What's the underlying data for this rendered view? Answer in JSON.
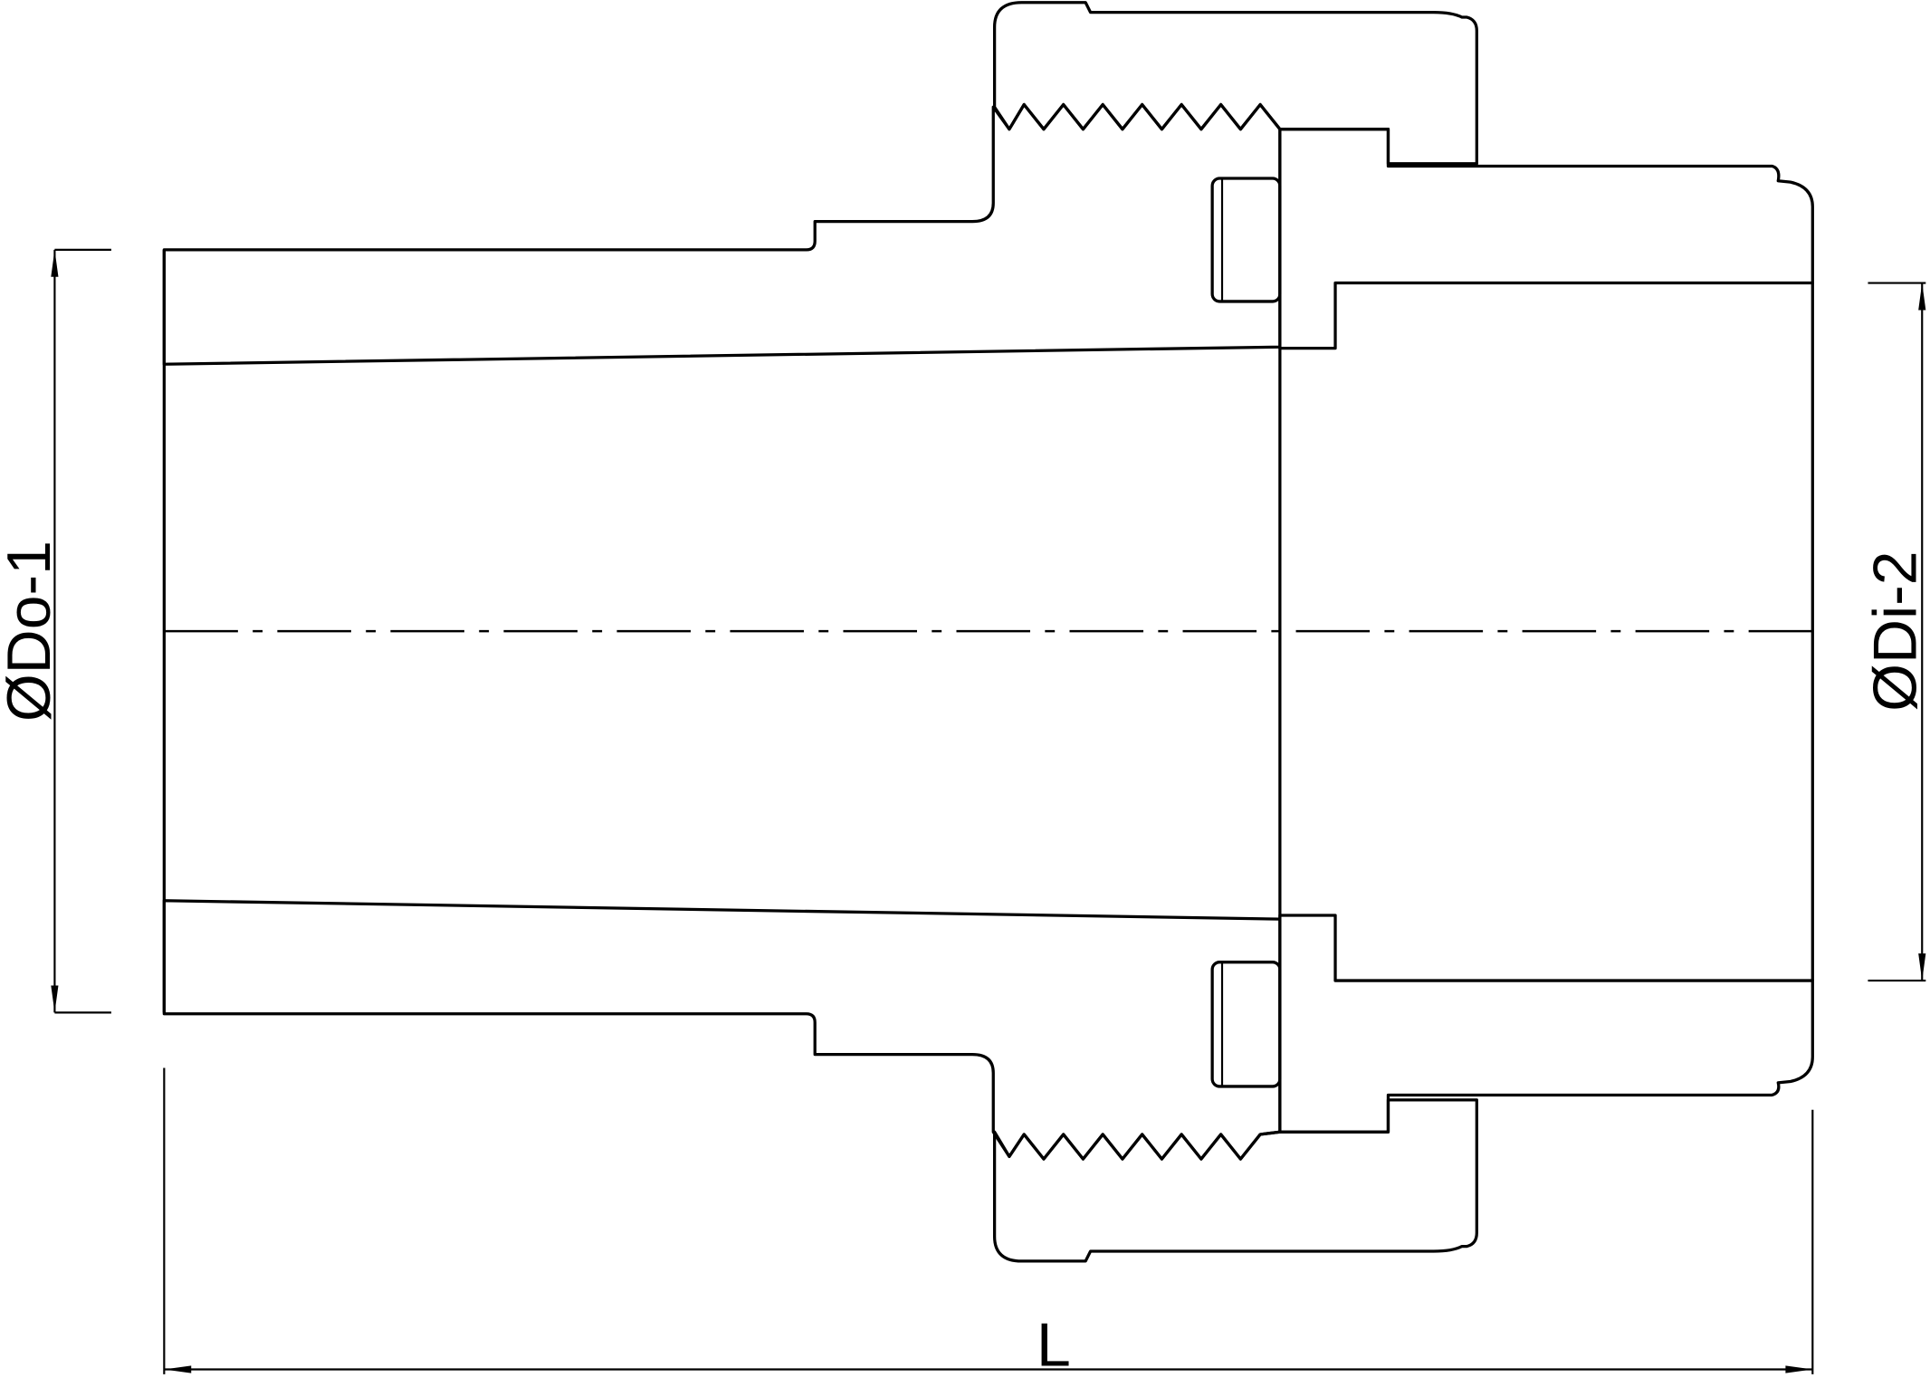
{
  "drawing": {
    "type": "sectional view of a pipe union fitting",
    "colors": {
      "line": "#000000",
      "background": "#ffffff"
    },
    "dimensions": {
      "outer_diameter_label": "ØDo-1",
      "inner_diameter_label": "ØDi-2",
      "length_label": "L"
    }
  }
}
